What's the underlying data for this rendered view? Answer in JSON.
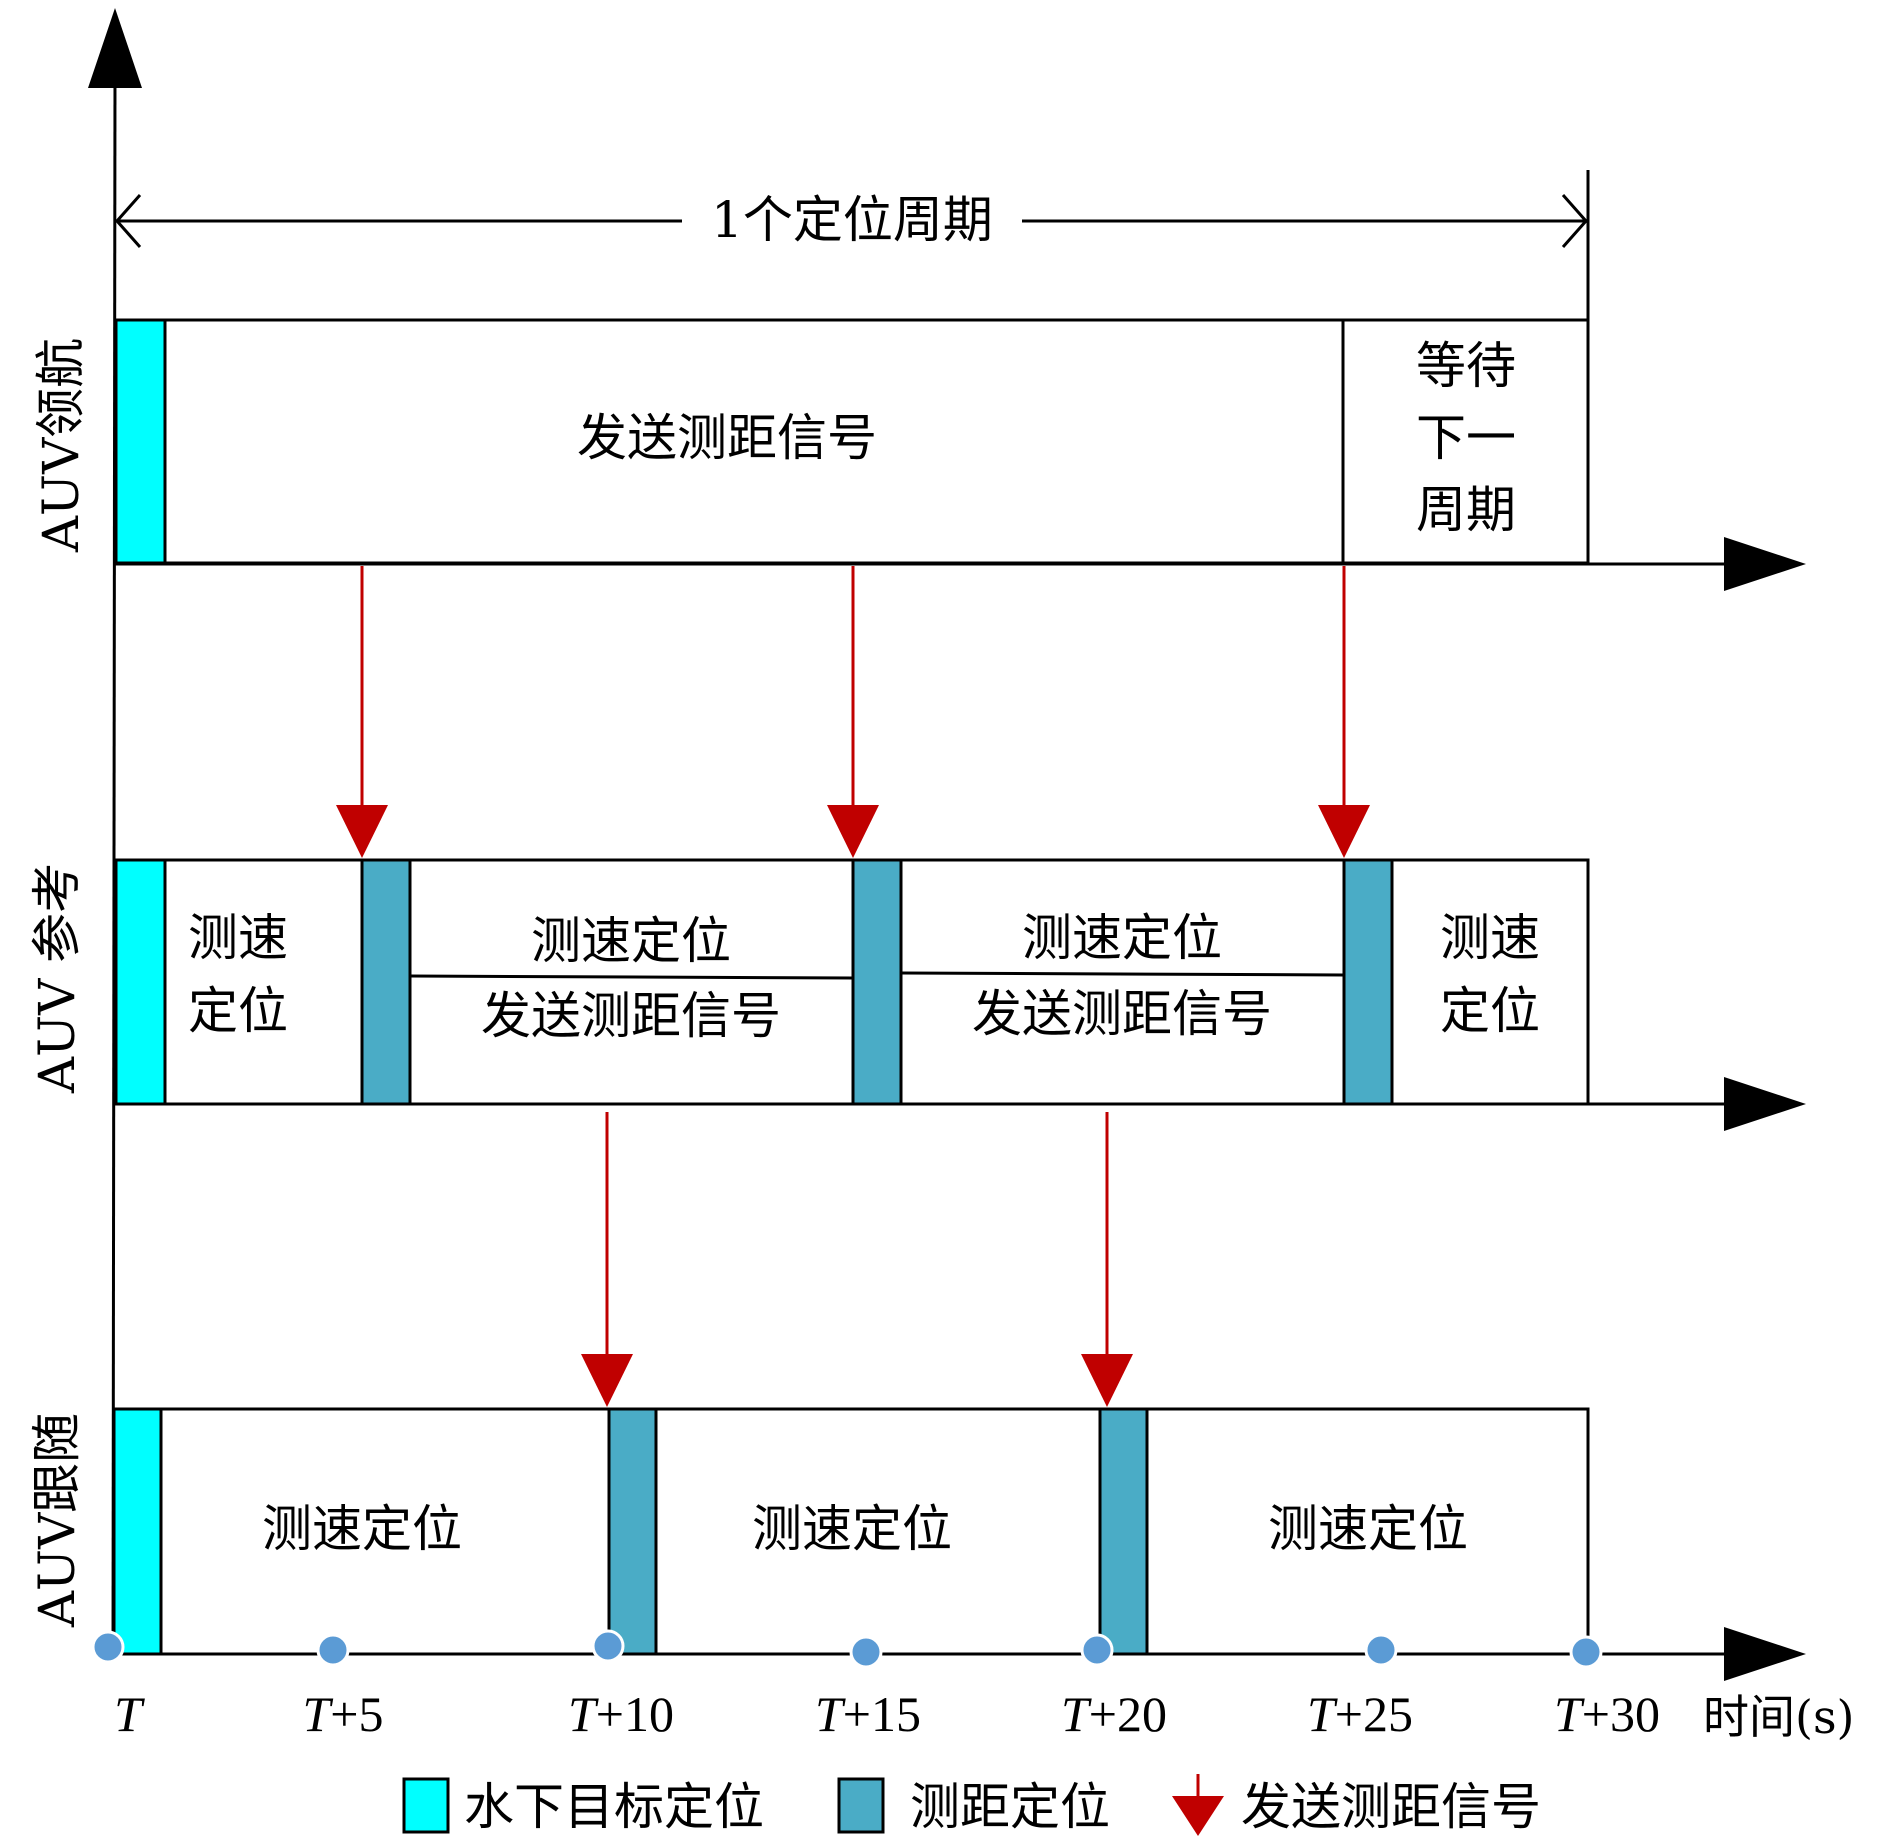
{
  "period": {
    "label": "1个定位周期"
  },
  "rows": {
    "leader": {
      "axis_label": "AUV领航",
      "blocks": {
        "send": "发送测距信号",
        "wait": [
          "等待",
          "下一",
          "周期"
        ]
      }
    },
    "reference": {
      "axis_label": "AUV 参考",
      "blocks": {
        "first": [
          "测速",
          "定位"
        ],
        "mid1": [
          "测速定位",
          "发送测距信号"
        ],
        "mid2": [
          "测速定位",
          "发送测距信号"
        ],
        "last": [
          "测速",
          "定位"
        ]
      }
    },
    "follower": {
      "axis_label": "AUV跟随",
      "blocks": [
        "测速定位",
        "测速定位",
        "测速定位"
      ]
    }
  },
  "time_axis": {
    "ticks": [
      {
        "var": "T",
        "suffix": ""
      },
      {
        "var": "T",
        "suffix": "+5"
      },
      {
        "var": "T",
        "suffix": "+10"
      },
      {
        "var": "T",
        "suffix": "+15"
      },
      {
        "var": "T",
        "suffix": "+20"
      },
      {
        "var": "T",
        "suffix": "+25"
      },
      {
        "var": "T",
        "suffix": "+30"
      }
    ],
    "unit_label": "时间(s)"
  },
  "legend": {
    "items": [
      {
        "label": "水下目标定位",
        "color": "#00ffff"
      },
      {
        "label": "测距定位",
        "color": "#4aacc6"
      },
      {
        "label": "发送测距信号",
        "color": "#c00000"
      }
    ]
  },
  "colors": {
    "target_positioning": "#00ffff",
    "ranging_positioning": "#4aacc6",
    "signal_arrow": "#c00000",
    "tick_dot": "#5b9bd5"
  }
}
